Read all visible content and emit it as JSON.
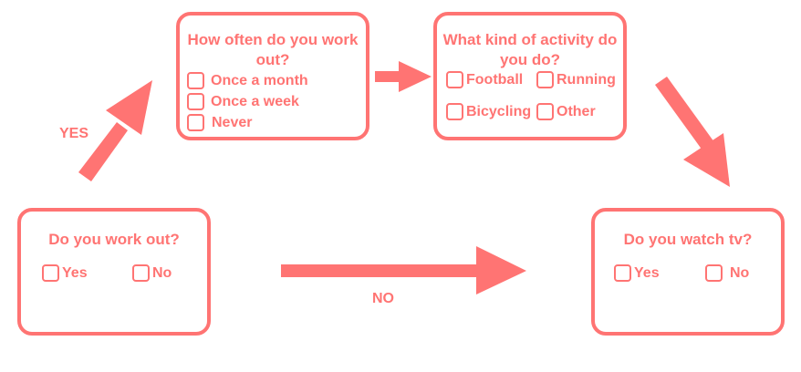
{
  "colors": {
    "accent": "#ff7473",
    "background": "#ffffff"
  },
  "nodes": {
    "work_out": {
      "question": "Do you work out?",
      "options": [
        "Yes",
        "No"
      ]
    },
    "frequency": {
      "question_line1": "How often do you work",
      "question_line2": "out?",
      "options": [
        "Once a month",
        "Once a week",
        "Never"
      ]
    },
    "activity": {
      "question_line1": "What kind of activity do",
      "question_line2": "you do?",
      "options": [
        "Football",
        "Running",
        "Bicycling",
        "Other"
      ]
    },
    "watch_tv": {
      "question": "Do you watch tv?",
      "options": [
        "Yes",
        "No"
      ]
    }
  },
  "edges": {
    "yes_label": "YES",
    "no_label": "NO"
  }
}
